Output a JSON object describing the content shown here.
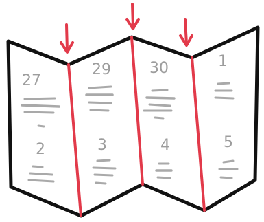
{
  "panels": [
    {
      "top_number": "27",
      "bottom_number": "2"
    },
    {
      "top_number": "29",
      "bottom_number": "3"
    },
    {
      "top_number": "30",
      "bottom_number": "4"
    },
    {
      "top_number": "1",
      "bottom_number": "5"
    }
  ],
  "colors": {
    "outline": "#111111",
    "fold_line": "#e23a4a",
    "pencil": "#9d9d9d",
    "paper": "#ffffff"
  },
  "icons": {
    "pointer": "down-arrow-icon"
  }
}
